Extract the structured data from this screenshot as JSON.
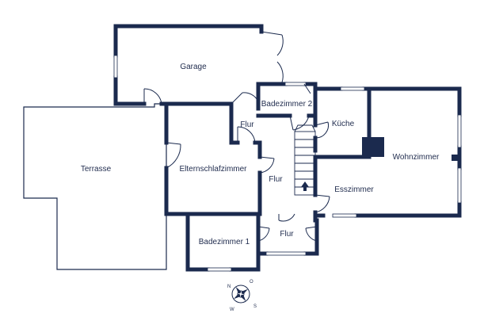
{
  "colors": {
    "wall": "#1b2a4e",
    "thin_line": "#1b2a4e",
    "window": "#ffffff",
    "background": "#ffffff"
  },
  "rooms": {
    "garage": "Garage",
    "terrasse": "Terrasse",
    "elternschlafzimmer": "Elternschlafzimmer",
    "badezimmer2": "Badezimmer 2",
    "kueche": "Küche",
    "wohnzimmer": "Wohnzimmer",
    "esszimmer": "Esszimmer",
    "badezimmer1": "Badezimmer 1",
    "flur_top": "Flur",
    "flur_mid": "Flur",
    "flur_bottom": "Flur"
  },
  "compass": {
    "n": "N",
    "o": "O",
    "s": "S",
    "w": "W",
    "icon": "compass-rose-icon"
  },
  "stairs": {
    "icon": "stair-up-arrow-icon"
  }
}
